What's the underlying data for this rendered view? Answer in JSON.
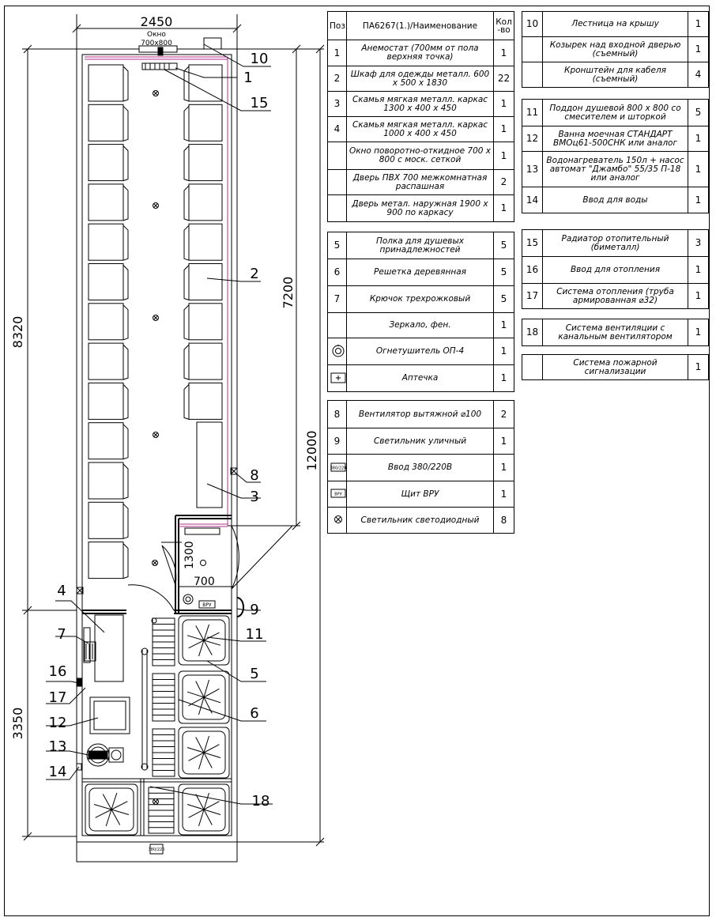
{
  "plan": {
    "dims": {
      "width_top": "2450",
      "height_total": "8320",
      "height_room": "7200",
      "height_full": "12000",
      "height_lower": "3350",
      "window_label": "Окно",
      "window_size": "700x800",
      "vestibule_h": "1300",
      "vestibule_w": "700"
    },
    "callouts": [
      "10",
      "1",
      "15",
      "2",
      "8",
      "3",
      "9",
      "4",
      "7",
      "11",
      "5",
      "16",
      "17",
      "6",
      "12",
      "13",
      "14",
      "18"
    ],
    "panel_label": "ВРУ",
    "power_label": "380/220"
  },
  "table1": {
    "header": {
      "pos": "Поз.",
      "name": "ПА6267(1.)/Наименование",
      "qty": "Кол -во"
    },
    "rows": [
      {
        "pos": "1",
        "name": "Анемостат (700мм от пола верхняя точка)",
        "qty": "1"
      },
      {
        "pos": "2",
        "name": "Шкаф для одежды металл. 600 х 500 х 1830",
        "qty": "22"
      },
      {
        "pos": "3",
        "name": "Скамья мягкая металл. каркас 1300 х 400 х 450",
        "qty": "1"
      },
      {
        "pos": "4",
        "name": "Скамья мягкая металл. каркас 1000 х 400 х 450",
        "qty": "1"
      },
      {
        "pos": "",
        "name": "Окно поворотно-откидное 700 х 800 с моск. сеткой",
        "qty": "1"
      },
      {
        "pos": "",
        "name": "Дверь ПВХ 700 межкомнатная распашная",
        "qty": "2"
      },
      {
        "pos": "",
        "name": "Дверь метал. наружная 1900 х 900 по каркасу",
        "qty": "1"
      }
    ]
  },
  "table2": {
    "rows": [
      {
        "pos": "5",
        "name": "Полка для душевых принадлежностей",
        "qty": "5",
        "icon": ""
      },
      {
        "pos": "6",
        "name": "Решетка деревянная",
        "qty": "5",
        "icon": ""
      },
      {
        "pos": "7",
        "name": "Крючок трехрожковый",
        "qty": "5",
        "icon": ""
      },
      {
        "pos": "",
        "name": "Зеркало, фен.",
        "qty": "1",
        "icon": ""
      },
      {
        "pos": "",
        "name": "Огнетушитель ОП-4",
        "qty": "1",
        "icon": "extinguisher-icon"
      },
      {
        "pos": "",
        "name": "Аптечка",
        "qty": "1",
        "icon": "first-aid-icon"
      }
    ]
  },
  "table3": {
    "rows": [
      {
        "pos": "8",
        "name": "Вентилятор вытяжной ⌀100",
        "qty": "2",
        "icon": ""
      },
      {
        "pos": "9",
        "name": "Светильник уличный",
        "qty": "1",
        "icon": ""
      },
      {
        "pos": "",
        "name": "Ввод 380/220В",
        "qty": "1",
        "icon": "power-input-icon",
        "icon_text": "380/220"
      },
      {
        "pos": "",
        "name": "Щит ВРУ",
        "qty": "1",
        "icon": "panel-icon",
        "icon_text": "ВРУ"
      },
      {
        "pos": "",
        "name": "Светильник светодиодный",
        "qty": "8",
        "icon": "led-lamp-icon"
      }
    ]
  },
  "table4": {
    "rows": [
      {
        "pos": "10",
        "name": "Лестница на крышу",
        "qty": "1"
      },
      {
        "pos": "",
        "name": "Козырек над входной дверью (съемный)",
        "qty": "1"
      },
      {
        "pos": "",
        "name": "Кронштейн для кабеля (съемный)",
        "qty": "4"
      }
    ]
  },
  "table5": {
    "rows": [
      {
        "pos": "11",
        "name": "Поддон душевой 800 х 800 со смесителем и шторкой",
        "qty": "5"
      },
      {
        "pos": "12",
        "name": "Ванна моечная СТАНДАРТ ВМОц61-500СНК или аналог",
        "qty": "1"
      },
      {
        "pos": "13",
        "name": "Водонагреватель 150л + насос автомат \"Джамбо\" 55/35 П-18 или аналог",
        "qty": "1"
      },
      {
        "pos": "14",
        "name": "Ввод для воды",
        "qty": "1"
      }
    ]
  },
  "table6": {
    "rows": [
      {
        "pos": "15",
        "name": "Радиатор отопительный (биметалл)",
        "qty": "3"
      },
      {
        "pos": "16",
        "name": "Ввод для отопления",
        "qty": "1"
      },
      {
        "pos": "17",
        "name": "Система отопления (труба армированная ⌀32)",
        "qty": "1"
      }
    ]
  },
  "table7": {
    "rows": [
      {
        "pos": "18",
        "name": "Система вентиляции с канальным вентилятором",
        "qty": "1"
      }
    ]
  },
  "table8": {
    "rows": [
      {
        "pos": "",
        "name": "Система пожарной сигнализации",
        "qty": "1"
      }
    ]
  }
}
